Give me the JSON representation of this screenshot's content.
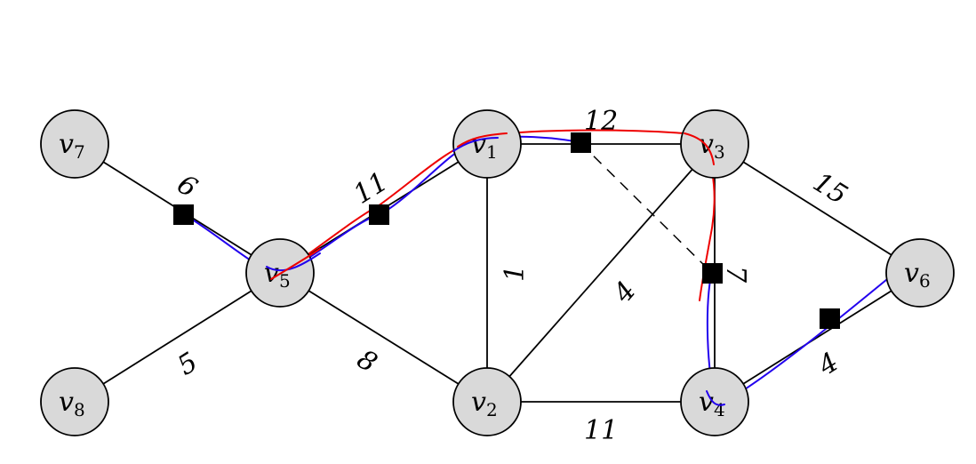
{
  "nodes": [
    {
      "id": "v7",
      "base": "v",
      "sub": "7"
    },
    {
      "id": "v8",
      "base": "v",
      "sub": "8"
    },
    {
      "id": "v5",
      "base": "v",
      "sub": "5"
    },
    {
      "id": "v1",
      "base": "v",
      "sub": "1"
    },
    {
      "id": "v2",
      "base": "v",
      "sub": "2"
    },
    {
      "id": "v3",
      "base": "v",
      "sub": "3"
    },
    {
      "id": "v4",
      "base": "v",
      "sub": "4"
    },
    {
      "id": "v6",
      "base": "v",
      "sub": "6"
    }
  ],
  "edges": [
    {
      "id": "v7-v5",
      "weight": "6"
    },
    {
      "id": "v8-v5",
      "weight": "5"
    },
    {
      "id": "v5-v1",
      "weight": "11"
    },
    {
      "id": "v5-v2",
      "weight": "8"
    },
    {
      "id": "v1-v2",
      "weight": "1"
    },
    {
      "id": "v1-v3",
      "weight": "12"
    },
    {
      "id": "v2-v3",
      "weight": "4"
    },
    {
      "id": "v2-v4",
      "weight": "11"
    },
    {
      "id": "v3-v4",
      "weight": "7"
    },
    {
      "id": "v3-v6",
      "weight": "15"
    },
    {
      "id": "v4-v6",
      "weight": "4"
    }
  ],
  "colors": {
    "node_fill": "#d9d9d9",
    "route_blue": "#2200ee",
    "route_red": "#ee0000",
    "marker": "#000000"
  }
}
